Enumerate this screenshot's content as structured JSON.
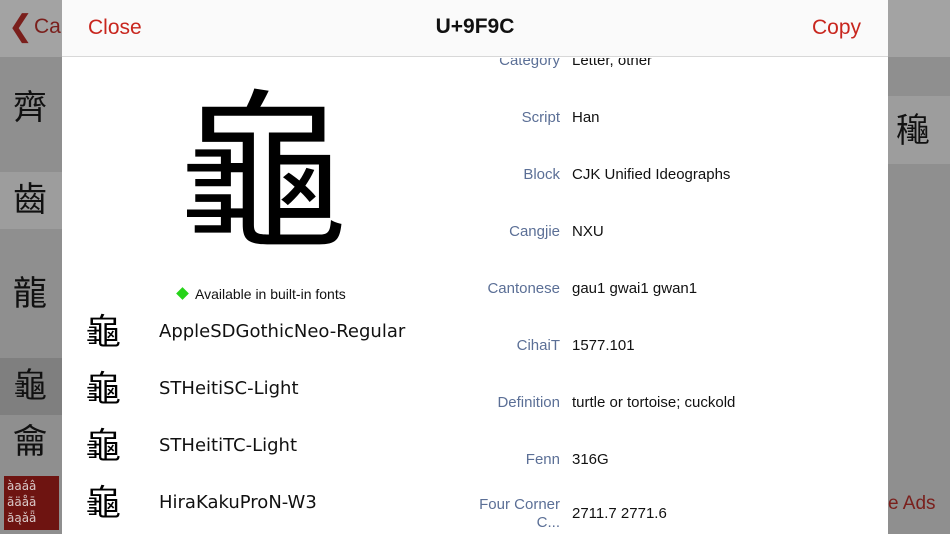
{
  "background": {
    "back_label": "Ca",
    "left_glyphs": [
      "齊",
      "齒",
      "龍",
      "龜",
      "龠"
    ],
    "right_glyph": "龝",
    "remove_ads": "e Ads",
    "thumb_text": "àaáâ ãäåā ăąǎǟ"
  },
  "nav": {
    "close_label": "Close",
    "title": "U+9F9C",
    "copy_label": "Copy"
  },
  "character": {
    "glyph": "龜",
    "availability": "Available in built-in fonts",
    "availability_color": "#27d31a"
  },
  "fonts": [
    {
      "glyph": "龜",
      "name": "AppleSDGothicNeo-Regular"
    },
    {
      "glyph": "龜",
      "name": "STHeitiSC-Light"
    },
    {
      "glyph": "龜",
      "name": "STHeitiTC-Light"
    },
    {
      "glyph": "龜",
      "name": "HiraKakuProN-W3"
    }
  ],
  "properties": [
    {
      "label": "Category",
      "value": "Letter, other"
    },
    {
      "label": "Script",
      "value": "Han"
    },
    {
      "label": "Block",
      "value": "CJK Unified Ideographs"
    },
    {
      "label": "Cangjie",
      "value": "NXU"
    },
    {
      "label": "Cantonese",
      "value": "gau1 gwai1 gwan1"
    },
    {
      "label": "CihaiT",
      "value": "1577.101"
    },
    {
      "label": "Definition",
      "value": "turtle or tortoise; cuckold"
    },
    {
      "label": "Fenn",
      "value": "316G"
    },
    {
      "label": "Four Corner C...",
      "value": "2711.7 2771.6"
    }
  ],
  "colors": {
    "accent": "#c8261e",
    "label": "#5b6f96"
  }
}
